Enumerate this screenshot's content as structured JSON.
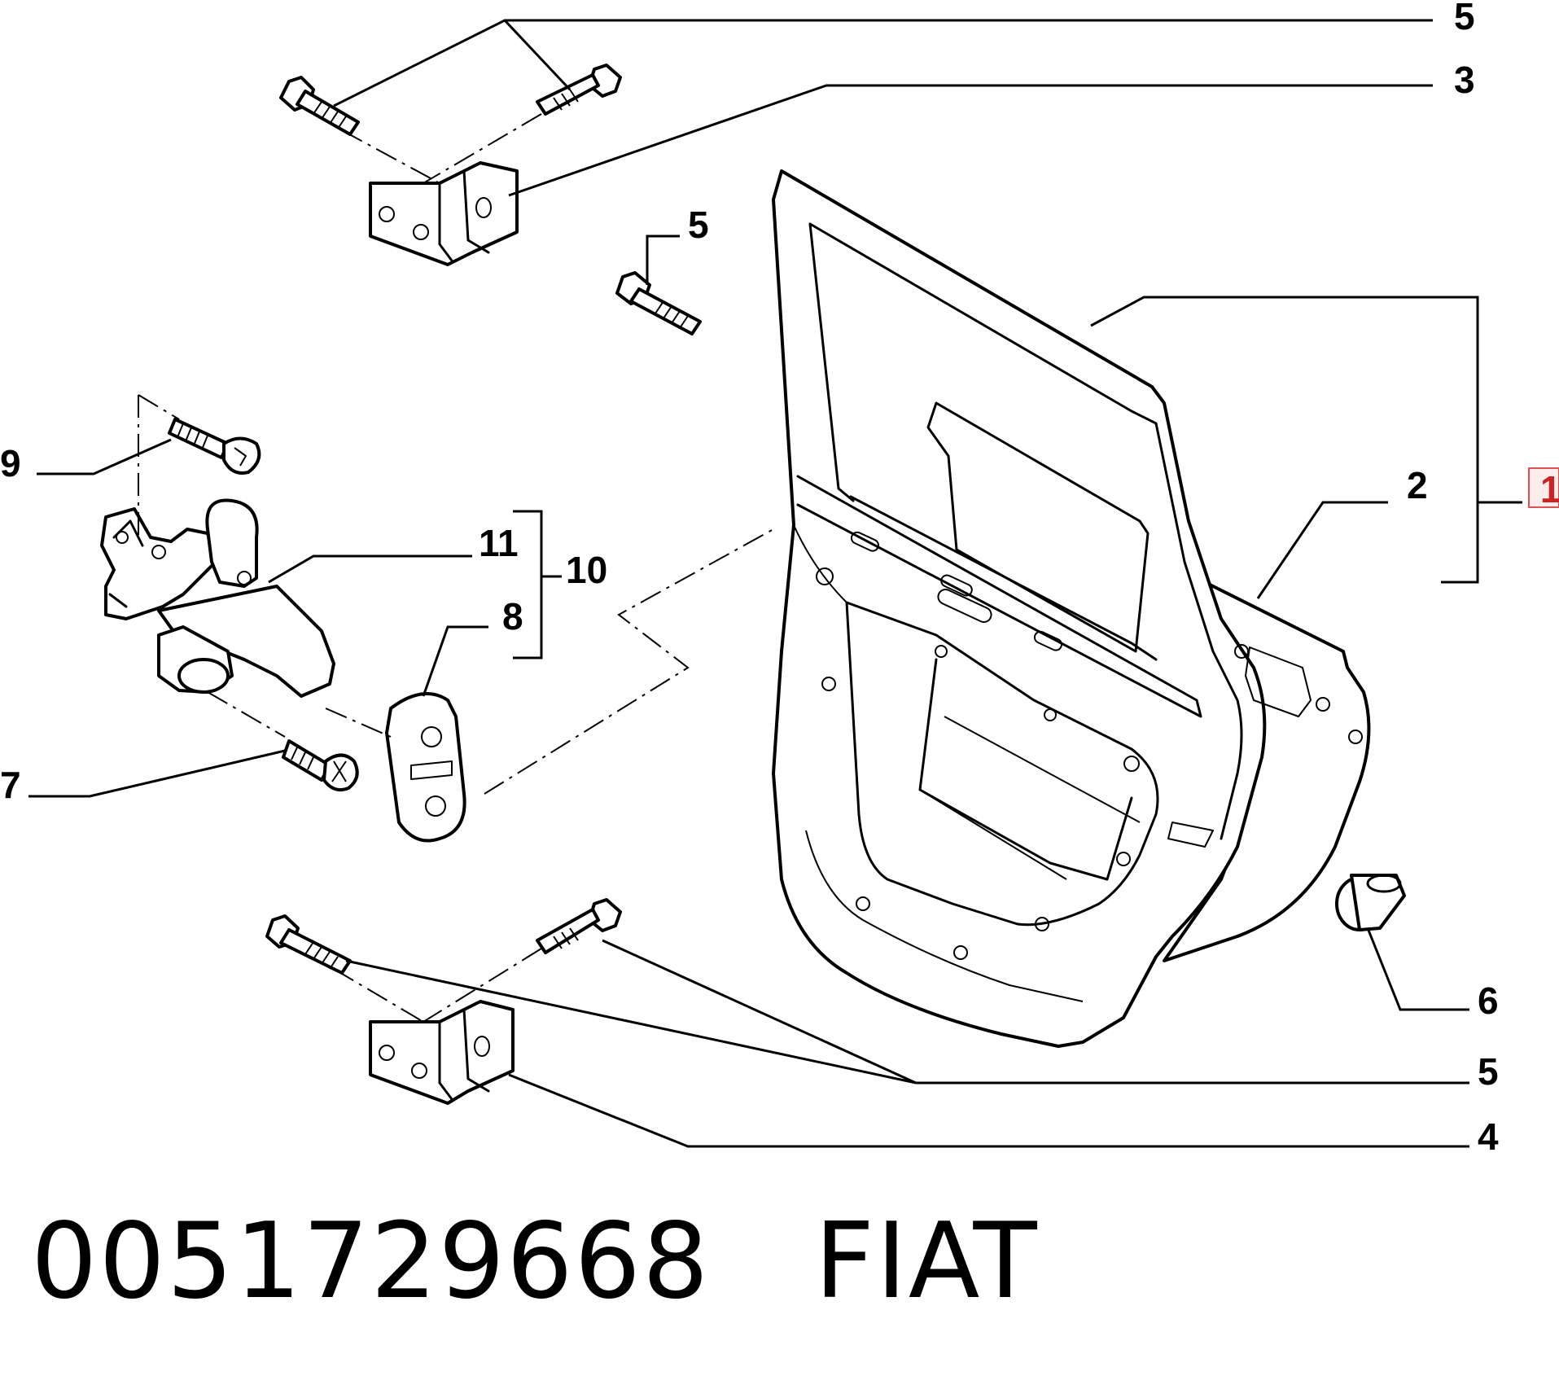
{
  "callouts": {
    "c1": "1",
    "c2": "2",
    "c3": "3",
    "c4": "4",
    "c5_top": "5",
    "c5_mid": "5",
    "c5_bottom": "5",
    "c6": "6",
    "c7": "7",
    "c8": "8",
    "c9": "9",
    "c10": "10",
    "c11": "11"
  },
  "caption": {
    "part_number": "0051729668",
    "brand": "FIAT"
  },
  "colors": {
    "line": "#000000",
    "background": "#ffffff",
    "highlight": "#cc2222"
  }
}
